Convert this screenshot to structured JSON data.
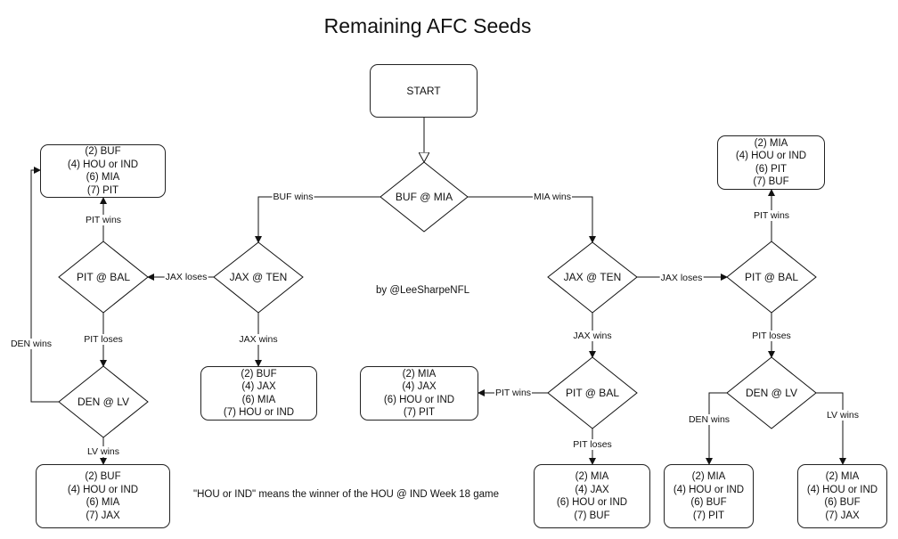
{
  "title": "Remaining AFC Seeds",
  "start": "START",
  "games": {
    "root": "BUF @ MIA",
    "jax_ten_left": "JAX @ TEN",
    "jax_ten_right": "JAX @ TEN",
    "pit_bal_left": "PIT @ BAL",
    "pit_bal_right": "PIT @ BAL",
    "pit_bal_mid": "PIT @ BAL",
    "den_lv_left": "DEN @ LV",
    "den_lv_right": "DEN @ LV"
  },
  "edges": {
    "buf_wins": "BUF wins",
    "mia_wins": "MIA wins",
    "jax_loses_left": "JAX loses",
    "jax_wins_left": "JAX wins",
    "pit_wins_left": "PIT wins",
    "pit_loses_left": "PIT loses",
    "den_wins_left": "DEN wins",
    "lv_wins_left": "LV wins",
    "jax_loses_right": "JAX loses",
    "jax_wins_right": "JAX wins",
    "pit_wins_right": "PIT wins",
    "pit_loses_right": "PIT loses",
    "pit_wins_mid": "PIT wins",
    "pit_loses_mid": "PIT loses",
    "den_wins_right": "DEN wins",
    "lv_wins_right": "LV wins"
  },
  "outcomes": {
    "left_top": [
      "(2) BUF",
      "(4) HOU or IND",
      "(6) MIA",
      "(7) PIT"
    ],
    "left_bottom": [
      "(2) BUF",
      "(4) HOU or IND",
      "(6) MIA",
      "(7) JAX"
    ],
    "left_mid": [
      "(2) BUF",
      "(4) JAX",
      "(6) MIA",
      "(7) HOU or IND"
    ],
    "center": [
      "(2) MIA",
      "(4) JAX",
      "(6) HOU or IND",
      "(7) PIT"
    ],
    "bottom_1": [
      "(2) MIA",
      "(4) JAX",
      "(6) HOU or IND",
      "(7) BUF"
    ],
    "right_top": [
      "(2) MIA",
      "(4) HOU or IND",
      "(6) PIT",
      "(7) BUF"
    ],
    "bottom_2": [
      "(2) MIA",
      "(4) HOU or IND",
      "(6) BUF",
      "(7) PIT"
    ],
    "bottom_3": [
      "(2) MIA",
      "(4) HOU or IND",
      "(6) BUF",
      "(7) JAX"
    ]
  },
  "byline": "by @LeeSharpeNFL",
  "footnote": "\"HOU or IND\" means the winner of the HOU @ IND Week 18 game"
}
